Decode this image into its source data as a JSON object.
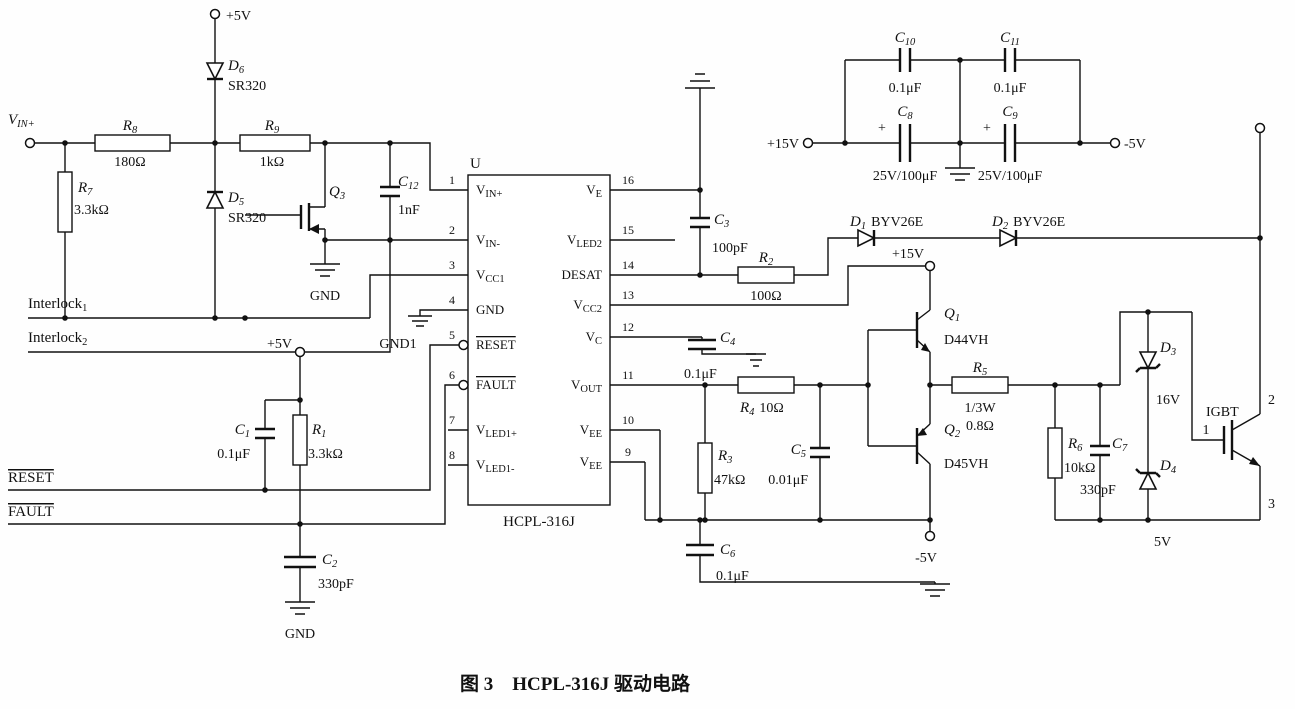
{
  "caption": "图 3　HCPL-316J 驱动电路",
  "terminals": {
    "vin": {
      "base": "V",
      "sub": "IN+"
    },
    "p5v_top": "+5V",
    "p5v_mid": "+5V",
    "p15v_caps": "+15V",
    "m5v_caps": "-5V",
    "p15v_drive": "+15V",
    "m5v_drive": "-5V"
  },
  "nets": {
    "interlock1": {
      "base": "Interlock",
      "sub": "1"
    },
    "interlock2": {
      "base": "Interlock",
      "sub": "2"
    },
    "reset": "RESET",
    "fault": "FAULT",
    "gnd_q3": "GND",
    "gnd1": "GND1",
    "gnd_c2": "GND"
  },
  "ic": {
    "designator": "U",
    "part": "HCPL-316J",
    "left_pins": [
      {
        "num": "1",
        "base": "V",
        "sub": "IN+"
      },
      {
        "num": "2",
        "base": "V",
        "sub": "IN-"
      },
      {
        "num": "3",
        "base": "V",
        "sub": "CC1"
      },
      {
        "num": "4",
        "base": "GND",
        "sub": ""
      },
      {
        "num": "5",
        "base": "RESET",
        "sub": ""
      },
      {
        "num": "6",
        "base": "FAULT",
        "sub": ""
      },
      {
        "num": "7",
        "base": "V",
        "sub": "LED1+"
      },
      {
        "num": "8",
        "base": "V",
        "sub": "LED1-"
      }
    ],
    "right_pins": [
      {
        "num": "16",
        "base": "V",
        "sub": "E"
      },
      {
        "num": "15",
        "base": "V",
        "sub": "LED2"
      },
      {
        "num": "14",
        "base": "DESAT",
        "sub": ""
      },
      {
        "num": "13",
        "base": "V",
        "sub": "CC2"
      },
      {
        "num": "12",
        "base": "V",
        "sub": "C"
      },
      {
        "num": "11",
        "base": "V",
        "sub": "OUT"
      },
      {
        "num": "10",
        "base": "V",
        "sub": "EE"
      },
      {
        "num": "9",
        "base": "V",
        "sub": "EE"
      }
    ]
  },
  "components": {
    "r1": {
      "ref": "R",
      "sub": "1",
      "value": "3.3kΩ"
    },
    "r2": {
      "ref": "R",
      "sub": "2",
      "value": "100Ω"
    },
    "r3": {
      "ref": "R",
      "sub": "3",
      "value": "47kΩ"
    },
    "r4": {
      "ref": "R",
      "sub": "4",
      "value": "10Ω"
    },
    "r5": {
      "ref": "R",
      "sub": "5",
      "power": "1/3W",
      "value": "0.8Ω"
    },
    "r6": {
      "ref": "R",
      "sub": "6",
      "value": "10kΩ"
    },
    "r7": {
      "ref": "R",
      "sub": "7",
      "value": "3.3kΩ"
    },
    "r8": {
      "ref": "R",
      "sub": "8",
      "value": "180Ω"
    },
    "r9": {
      "ref": "R",
      "sub": "9",
      "value": "1kΩ"
    },
    "c1": {
      "ref": "C",
      "sub": "1",
      "value": "0.1μF"
    },
    "c2": {
      "ref": "C",
      "sub": "2",
      "value": "330pF"
    },
    "c3": {
      "ref": "C",
      "sub": "3",
      "value": "100pF"
    },
    "c4": {
      "ref": "C",
      "sub": "4",
      "value": "0.1μF"
    },
    "c5": {
      "ref": "C",
      "sub": "5",
      "value": "0.01μF"
    },
    "c6": {
      "ref": "C",
      "sub": "6",
      "value": "0.1μF"
    },
    "c7": {
      "ref": "C",
      "sub": "7",
      "value": "330pF"
    },
    "c8": {
      "ref": "C",
      "sub": "8",
      "value": "25V/100μF",
      "polarity": "+"
    },
    "c9": {
      "ref": "C",
      "sub": "9",
      "value": "25V/100μF",
      "polarity": "+"
    },
    "c10": {
      "ref": "C",
      "sub": "10",
      "value": "0.1μF"
    },
    "c11": {
      "ref": "C",
      "sub": "11",
      "value": "0.1μF"
    },
    "c12": {
      "ref": "C",
      "sub": "12",
      "value": "1nF"
    },
    "d1": {
      "ref": "D",
      "sub": "1",
      "value": "BYV26E"
    },
    "d2": {
      "ref": "D",
      "sub": "2",
      "value": "BYV26E"
    },
    "d3": {
      "ref": "D",
      "sub": "3",
      "value": "16V"
    },
    "d4": {
      "ref": "D",
      "sub": "4",
      "value": "5V"
    },
    "d5": {
      "ref": "D",
      "sub": "5",
      "value": "SR320"
    },
    "d6": {
      "ref": "D",
      "sub": "6",
      "value": "SR320"
    },
    "q1": {
      "ref": "Q",
      "sub": "1",
      "value": "D44VH"
    },
    "q2": {
      "ref": "Q",
      "sub": "2",
      "value": "D45VH"
    },
    "q3": {
      "ref": "Q",
      "sub": "3",
      "value": ""
    }
  },
  "igbt": {
    "label": "IGBT",
    "pin_collector": "2",
    "pin_gate": "1",
    "pin_emitter": "3"
  }
}
